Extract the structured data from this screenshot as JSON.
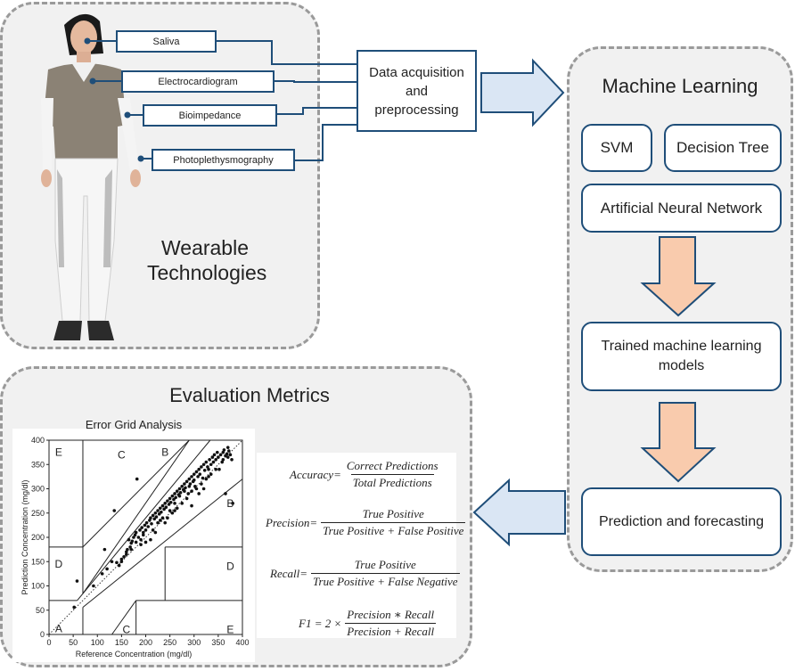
{
  "wearable_panel": {
    "title_line1": "Wearable",
    "title_line2": "Technologies",
    "sensors": [
      "Saliva",
      "Electrocardiogram",
      "Bioimpedance",
      "Photoplethysmography"
    ]
  },
  "acquisition_box": {
    "line1": "Data acquisition",
    "line2": "and",
    "line3": "preprocessing"
  },
  "ml_panel": {
    "title": "Machine Learning",
    "svm": "SVM",
    "decision_tree": "Decision Tree",
    "ann": "Artificial Neural Network",
    "trained_line1": "Trained machine learning",
    "trained_line2": "models",
    "prediction": "Prediction and forecasting"
  },
  "eval_panel": {
    "title": "Evaluation Metrics",
    "chart_title": "Error Grid Analysis",
    "formulas": {
      "accuracy": {
        "lhs": "Accuracy",
        "num": "Correct Predictions",
        "den": "Total Predictions"
      },
      "precision": {
        "lhs": "Precision",
        "num": "True Positive",
        "den": "True Positive + False Positive"
      },
      "recall": {
        "lhs": "Recall",
        "num": "True Positive",
        "den": "True Positive + False Negative"
      },
      "f1": {
        "lhs": "F1",
        "coef": "2 ×",
        "num": "Precision ∗ Recall",
        "den": "Precision + Recall"
      }
    }
  },
  "colors": {
    "box_border": "#1f4e79",
    "blue_arrow": "#dae6f4",
    "orange_arrow": "#f9cbad",
    "panel_bg": "#f1f1f1"
  },
  "chart_data": {
    "type": "scatter",
    "title": "Error Grid Analysis",
    "xlabel": "Reference Concentration (mg/dl)",
    "ylabel": "Prediction Concentration (mg/dl)",
    "xlim": [
      0,
      400
    ],
    "ylim": [
      0,
      400
    ],
    "x_ticks": [
      "0",
      "50",
      "100",
      "150",
      "200",
      "250",
      "300",
      "350",
      "400"
    ],
    "y_ticks": [
      "0",
      "50",
      "100",
      "150",
      "200",
      "250",
      "300",
      "350",
      "400"
    ],
    "zone_labels": [
      "A",
      "B",
      "B",
      "C",
      "C",
      "D",
      "D",
      "E",
      "E"
    ],
    "points": [
      [
        52,
        56
      ],
      [
        58,
        110
      ],
      [
        92,
        100
      ],
      [
        110,
        125
      ],
      [
        115,
        175
      ],
      [
        120,
        135
      ],
      [
        130,
        150
      ],
      [
        135,
        255
      ],
      [
        140,
        148
      ],
      [
        145,
        142
      ],
      [
        150,
        155
      ],
      [
        155,
        160
      ],
      [
        160,
        170
      ],
      [
        162,
        175
      ],
      [
        165,
        195
      ],
      [
        168,
        180
      ],
      [
        170,
        188
      ],
      [
        172,
        192
      ],
      [
        175,
        200
      ],
      [
        178,
        205
      ],
      [
        180,
        210
      ],
      [
        182,
        320
      ],
      [
        185,
        200
      ],
      [
        188,
        215
      ],
      [
        190,
        185
      ],
      [
        192,
        220
      ],
      [
        195,
        210
      ],
      [
        198,
        225
      ],
      [
        200,
        215
      ],
      [
        202,
        230
      ],
      [
        205,
        222
      ],
      [
        208,
        235
      ],
      [
        210,
        240
      ],
      [
        212,
        228
      ],
      [
        215,
        245
      ],
      [
        218,
        238
      ],
      [
        220,
        250
      ],
      [
        222,
        242
      ],
      [
        225,
        255
      ],
      [
        228,
        248
      ],
      [
        230,
        260
      ],
      [
        232,
        252
      ],
      [
        235,
        265
      ],
      [
        238,
        258
      ],
      [
        240,
        270
      ],
      [
        242,
        262
      ],
      [
        245,
        275
      ],
      [
        248,
        268
      ],
      [
        250,
        280
      ],
      [
        252,
        272
      ],
      [
        255,
        285
      ],
      [
        258,
        278
      ],
      [
        260,
        290
      ],
      [
        262,
        282
      ],
      [
        265,
        295
      ],
      [
        268,
        288
      ],
      [
        270,
        300
      ],
      [
        272,
        292
      ],
      [
        275,
        305
      ],
      [
        278,
        298
      ],
      [
        280,
        310
      ],
      [
        282,
        302
      ],
      [
        285,
        315
      ],
      [
        288,
        290
      ],
      [
        290,
        320
      ],
      [
        292,
        310
      ],
      [
        295,
        325
      ],
      [
        298,
        315
      ],
      [
        300,
        330
      ],
      [
        302,
        305
      ],
      [
        305,
        335
      ],
      [
        308,
        325
      ],
      [
        310,
        340
      ],
      [
        312,
        330
      ],
      [
        315,
        345
      ],
      [
        318,
        322
      ],
      [
        320,
        350
      ],
      [
        322,
        338
      ],
      [
        325,
        355
      ],
      [
        328,
        345
      ],
      [
        330,
        340
      ],
      [
        332,
        360
      ],
      [
        335,
        350
      ],
      [
        338,
        365
      ],
      [
        340,
        355
      ],
      [
        342,
        370
      ],
      [
        345,
        360
      ],
      [
        348,
        375
      ],
      [
        350,
        365
      ],
      [
        352,
        340
      ],
      [
        355,
        370
      ],
      [
        358,
        355
      ],
      [
        360,
        375
      ],
      [
        362,
        380
      ],
      [
        365,
        368
      ],
      [
        368,
        372
      ],
      [
        370,
        365
      ],
      [
        372,
        378
      ],
      [
        375,
        370
      ],
      [
        378,
        360
      ],
      [
        245,
        240
      ],
      [
        255,
        250
      ],
      [
        265,
        260
      ],
      [
        275,
        270
      ],
      [
        285,
        280
      ],
      [
        295,
        295
      ],
      [
        305,
        300
      ],
      [
        315,
        310
      ],
      [
        325,
        320
      ],
      [
        210,
        195
      ],
      [
        200,
        190
      ],
      [
        190,
        195
      ],
      [
        180,
        190
      ],
      [
        170,
        175
      ],
      [
        160,
        165
      ],
      [
        150,
        150
      ],
      [
        230,
        235
      ],
      [
        250,
        255
      ],
      [
        240,
        230
      ],
      [
        220,
        210
      ],
      [
        295,
        265
      ],
      [
        310,
        290
      ],
      [
        330,
        325
      ],
      [
        345,
        340
      ],
      [
        360,
        360
      ],
      [
        370,
        385
      ],
      [
        380,
        270
      ],
      [
        365,
        290
      ],
      [
        335,
        330
      ],
      [
        320,
        300
      ],
      [
        195,
        205
      ],
      [
        215,
        215
      ],
      [
        225,
        230
      ],
      [
        235,
        240
      ],
      [
        260,
        270
      ],
      [
        270,
        285
      ],
      [
        280,
        295
      ],
      [
        290,
        305
      ],
      [
        300,
        318
      ],
      [
        260,
        255
      ]
    ]
  }
}
